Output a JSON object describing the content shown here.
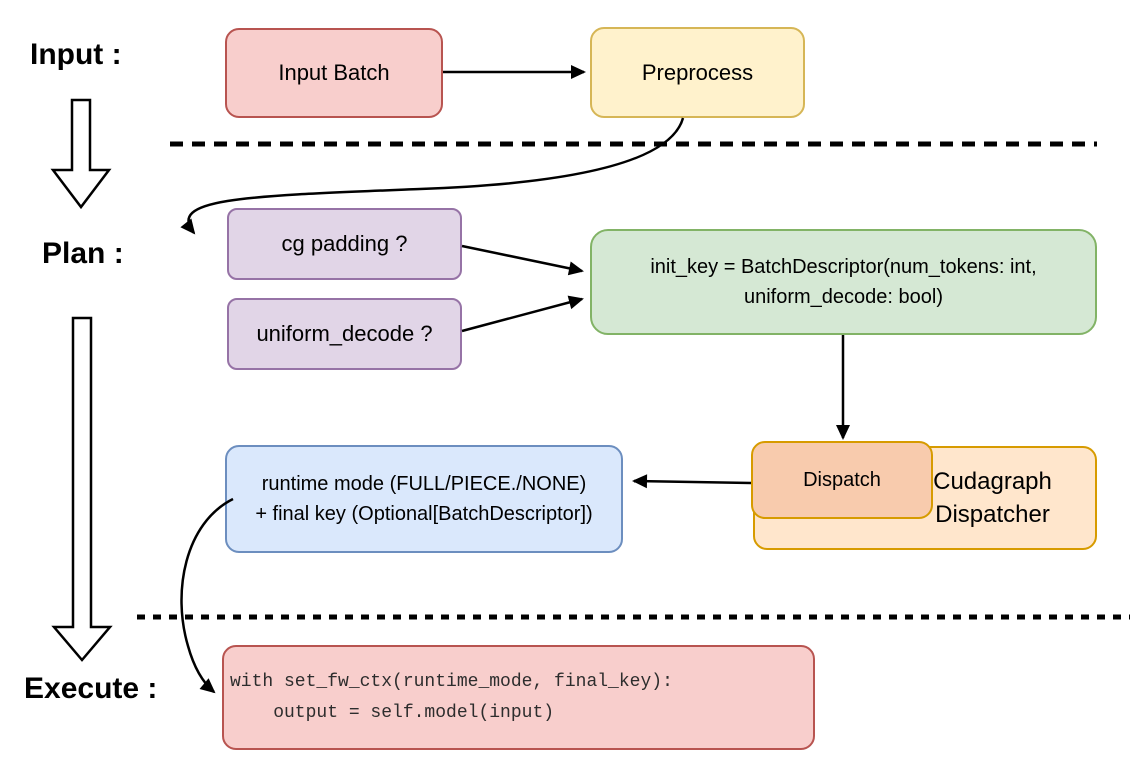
{
  "diagram": {
    "stages": {
      "input_label": "Input :",
      "plan_label": "Plan :",
      "execute_label": "Execute :"
    },
    "nodes": {
      "input_batch": {
        "label": "Input Batch"
      },
      "preprocess": {
        "label": "Preprocess"
      },
      "cg_padding": {
        "label": "cg padding ?"
      },
      "uniform_decode": {
        "label": "uniform_decode ?"
      },
      "init_key": {
        "line1": "init_key = BatchDescriptor(num_tokens: int,",
        "line2": "uniform_decode: bool)"
      },
      "dispatch": {
        "label": "Dispatch"
      },
      "cudagraph_dispatcher": {
        "label": "Cudagraph Dispatcher"
      },
      "runtime_result": {
        "line1": "runtime mode (FULL/PIECE./NONE)",
        "line2": "+ final key (Optional[BatchDescriptor])"
      },
      "execute_code": {
        "line1": "with set_fw_ctx(runtime_mode, final_key):",
        "line2": "    output = self.model(input)"
      }
    },
    "colors": {
      "red_fill": "#f8cecc",
      "red_border": "#b85450",
      "yellow_fill": "#fff2cc",
      "yellow_border": "#d6b656",
      "purple_fill": "#e1d5e7",
      "purple_border": "#9673a6",
      "green_fill": "#d5e8d4",
      "green_border": "#82b366",
      "blue_fill": "#dae8fc",
      "blue_border": "#6c8ebf",
      "orange_fill": "#ffe6cc",
      "salmon_fill": "#f8cbad",
      "orange_border": "#d79b00",
      "line_color": "#000000"
    }
  }
}
